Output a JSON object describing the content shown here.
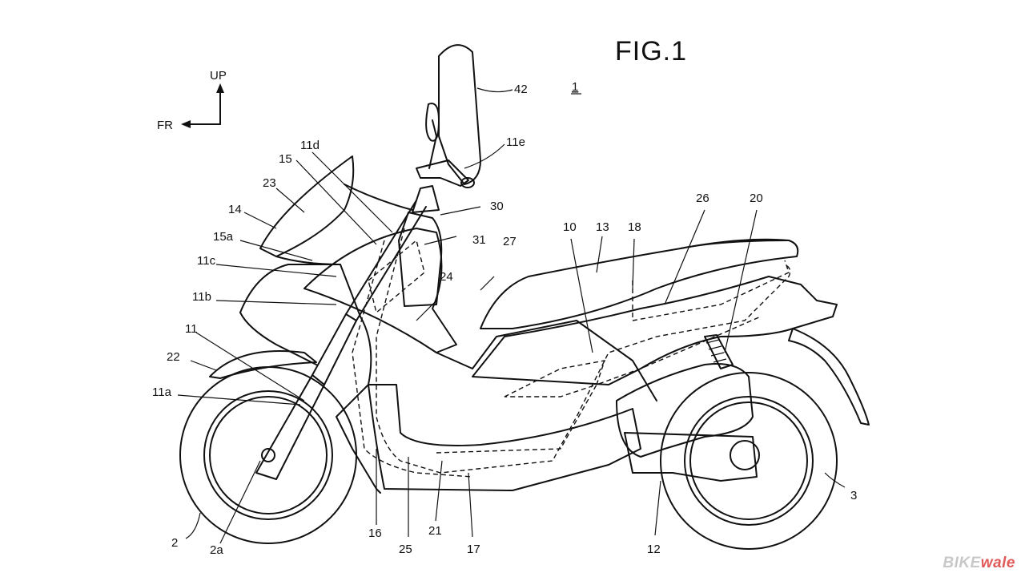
{
  "figure": {
    "title": "FIG.1",
    "ref_number": "1",
    "direction_up": "UP",
    "direction_front": "FR"
  },
  "callouts": {
    "c2": "2",
    "c2a": "2a",
    "c3": "3",
    "c10": "10",
    "c11": "11",
    "c11a": "11a",
    "c11b": "11b",
    "c11c": "11c",
    "c11d": "11d",
    "c11e": "11e",
    "c12": "12",
    "c13": "13",
    "c14": "14",
    "c15": "15",
    "c15a": "15a",
    "c16": "16",
    "c17": "17",
    "c18": "18",
    "c20": "20",
    "c21": "21",
    "c22": "22",
    "c23": "23",
    "c24": "24",
    "c25": "25",
    "c26": "26",
    "c27": "27",
    "c30": "30",
    "c31": "31",
    "c42": "42"
  },
  "watermark": {
    "text_main": "BIKE",
    "text_accent": "wale"
  }
}
